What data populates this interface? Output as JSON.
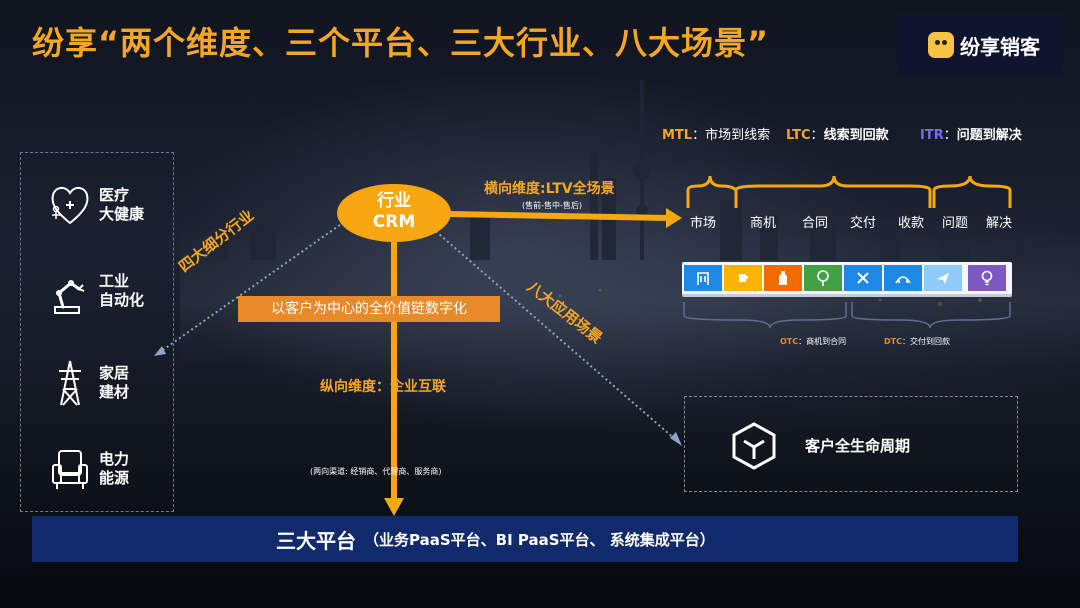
{
  "title": "纷享“两个维度、三个平台、三大行业、八大场景”",
  "logo": {
    "text": "纷享销客"
  },
  "industries": [
    {
      "label": "医疗\n大健康",
      "icon": "heart-health-icon"
    },
    {
      "label": "工业\n自动化",
      "icon": "robot-arm-icon"
    },
    {
      "label": "家居\n建材",
      "icon": "power-tower-icon"
    },
    {
      "label": "电力\n能源",
      "icon": "armchair-icon"
    }
  ],
  "crm": {
    "line1": "行业",
    "line2": "CRM"
  },
  "horizontal": {
    "label": "横向维度:LTV全场景",
    "sub": "(售前-售中-售后)"
  },
  "vertical": {
    "label": "纵向维度：企业互联",
    "sub": "(两向渠道: 经销商、代理商、服务商)"
  },
  "diagonal_left": "四大细分行业",
  "diagonal_right": "八大应用场景",
  "center_banner": "以客户为中心的全价值链数字化",
  "phases": [
    {
      "abbr": "MTL",
      "sep": "：",
      "text": "市场到线索",
      "color": "#f5a623"
    },
    {
      "abbr": "LTC",
      "sep": "：",
      "text": "线索到回款",
      "color": "#f5a623"
    },
    {
      "abbr": "ITR",
      "sep": "：",
      "text": "问题到解决",
      "color": "#7b68ee"
    }
  ],
  "stages": [
    "市场",
    "商机",
    "合同",
    "交付",
    "收款",
    "问题",
    "解决"
  ],
  "scenario_icons": [
    {
      "icon": "building-icon",
      "color": "#1e88e5"
    },
    {
      "icon": "cup-icon",
      "color": "#ffb300"
    },
    {
      "icon": "bottle-icon",
      "color": "#ef6c00"
    },
    {
      "icon": "tree-icon",
      "color": "#43a047"
    },
    {
      "icon": "tools-icon",
      "color": "#1e88e5"
    },
    {
      "icon": "bridge-icon",
      "color": "#1e88e5"
    },
    {
      "icon": "plane-icon",
      "color": "#90caf9"
    },
    {
      "icon": "lightbulb-icon",
      "color": "#7e57c2"
    }
  ],
  "sub_labels": [
    {
      "abbr": "OTC",
      "text": "：商机到合同"
    },
    {
      "abbr": "DTC",
      "text": "：交付到回款"
    }
  ],
  "lifecycle": {
    "label": "客户全生命周期",
    "icon": "cube-icon"
  },
  "platform": {
    "title": "三大平台",
    "subtitle": "（业务PaaS平台、BI PaaS平台、 系统集成平台）"
  }
}
